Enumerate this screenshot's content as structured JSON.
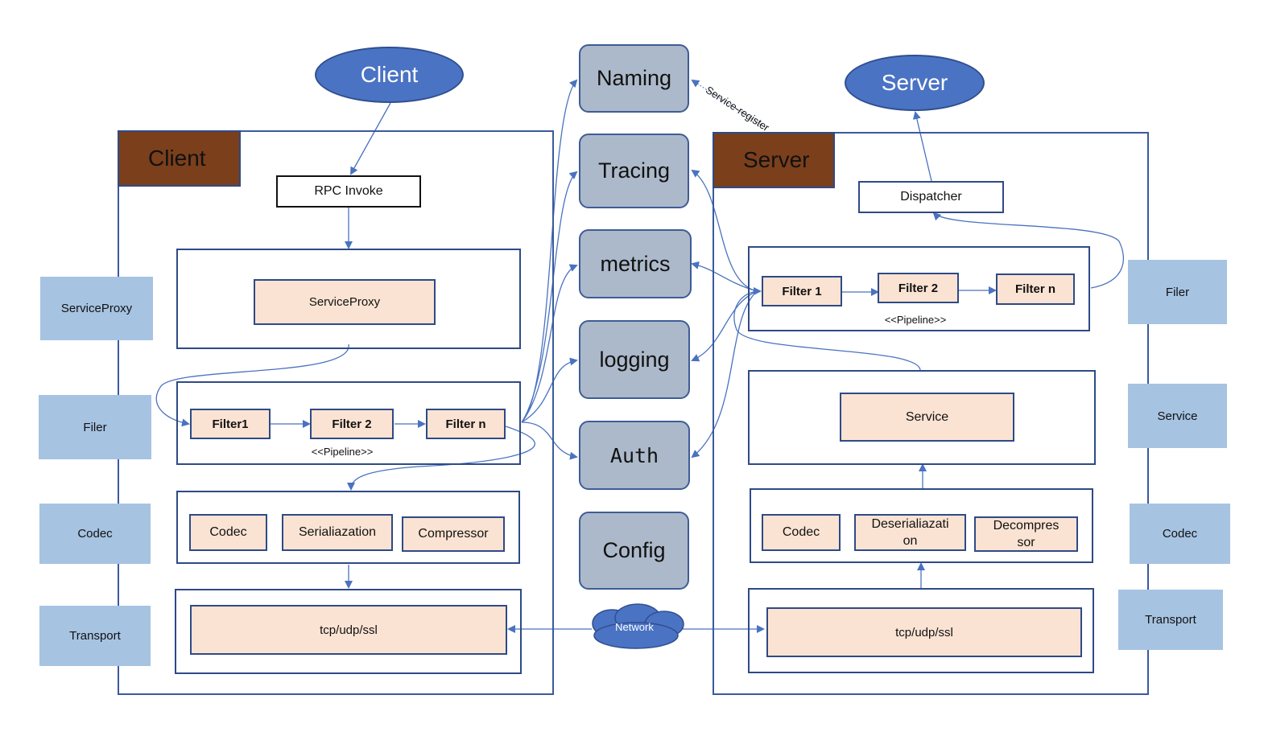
{
  "client": {
    "ellipse_label": "Client",
    "frame_title": "Client",
    "rpc_invoke": "RPC Invoke",
    "service_proxy": "ServiceProxy",
    "filters": [
      "Filter1",
      "Filter 2",
      "Filter n"
    ],
    "pipeline": "<<Pipeline>>",
    "codec": "Codec",
    "serialization": "Serialiazation",
    "compressor": "Compressor",
    "transport": "tcp/udp/ssl"
  },
  "server": {
    "ellipse_label": "Server",
    "frame_title": "Server",
    "dispatcher": "Dispatcher",
    "filters": [
      "Filter 1",
      "Filter 2",
      "Filter n"
    ],
    "pipeline": "<<Pipeline>>",
    "service": "Service",
    "codec": "Codec",
    "deserialization_line1": "Deserialiazati",
    "deserialization_line2": "on",
    "decompressor_line1": "Decompres",
    "decompressor_line2": "sor",
    "transport": "tcp/udp/ssl"
  },
  "center": {
    "naming": "Naming",
    "tracing": "Tracing",
    "metrics": "metrics",
    "logging": "logging",
    "auth": "Auth",
    "config": "Config",
    "network": "Network",
    "service_register": "Service-register"
  },
  "left_labels": [
    "ServiceProxy",
    "Filer",
    "Codec",
    "Transport"
  ],
  "right_labels": [
    "Filer",
    "Service",
    "Codec",
    "Transport"
  ],
  "colors": {
    "frame_border": "#3a5a9e",
    "ellipse_fill": "#4b73c4",
    "title_fill": "#7b3f1c",
    "component_fill": "#fbe3d3",
    "side_label_fill": "#a6c3e2",
    "center_box_fill": "#acb9ca",
    "arrow": "#4a72c0"
  }
}
